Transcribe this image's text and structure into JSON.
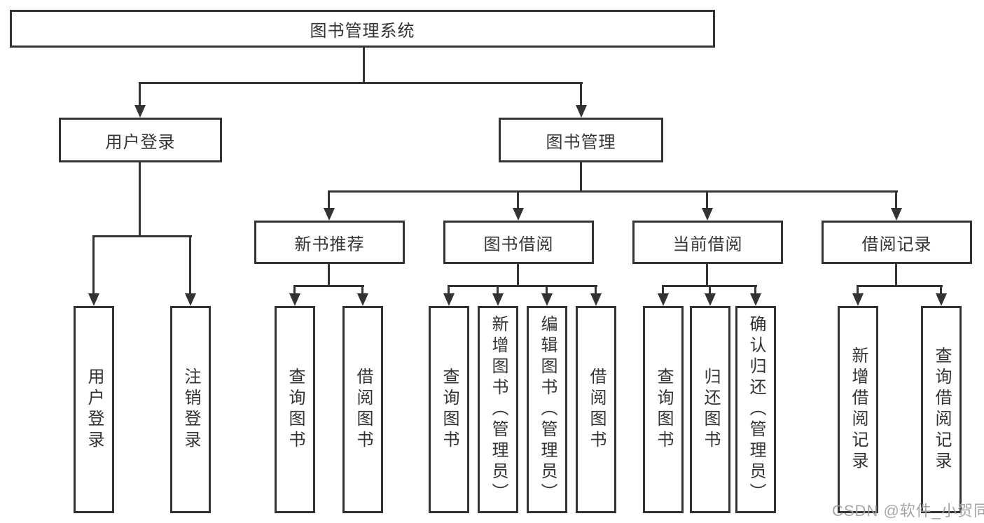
{
  "tree": {
    "root": {
      "label": "图书管理系统",
      "children": [
        {
          "label": "用户登录",
          "children": [
            {
              "label": "用户登录"
            },
            {
              "label": "注销登录"
            }
          ]
        },
        {
          "label": "图书管理",
          "children": [
            {
              "label": "新书推荐",
              "children": [
                {
                  "label": "查询图书"
                },
                {
                  "label": "借阅图书"
                }
              ]
            },
            {
              "label": "图书借阅",
              "children": [
                {
                  "label": "查询图书"
                },
                {
                  "label": "新增图书（管理员）"
                },
                {
                  "label": "编辑图书（管理员）"
                },
                {
                  "label": "借阅图书"
                }
              ]
            },
            {
              "label": "当前借阅",
              "children": [
                {
                  "label": "查询图书"
                },
                {
                  "label": "归还图书"
                },
                {
                  "label": "确认归还（管理员）"
                }
              ]
            },
            {
              "label": "借阅记录",
              "children": [
                {
                  "label": "新增借阅记录"
                },
                {
                  "label": "查询借阅记录"
                }
              ]
            }
          ]
        }
      ]
    }
  },
  "watermark": {
    "text": "CSDN @软件_小贺同学"
  },
  "colors": {
    "line": "#333333",
    "text": "#333333",
    "watermark": "#9e9e9e",
    "background": "#ffffff"
  }
}
